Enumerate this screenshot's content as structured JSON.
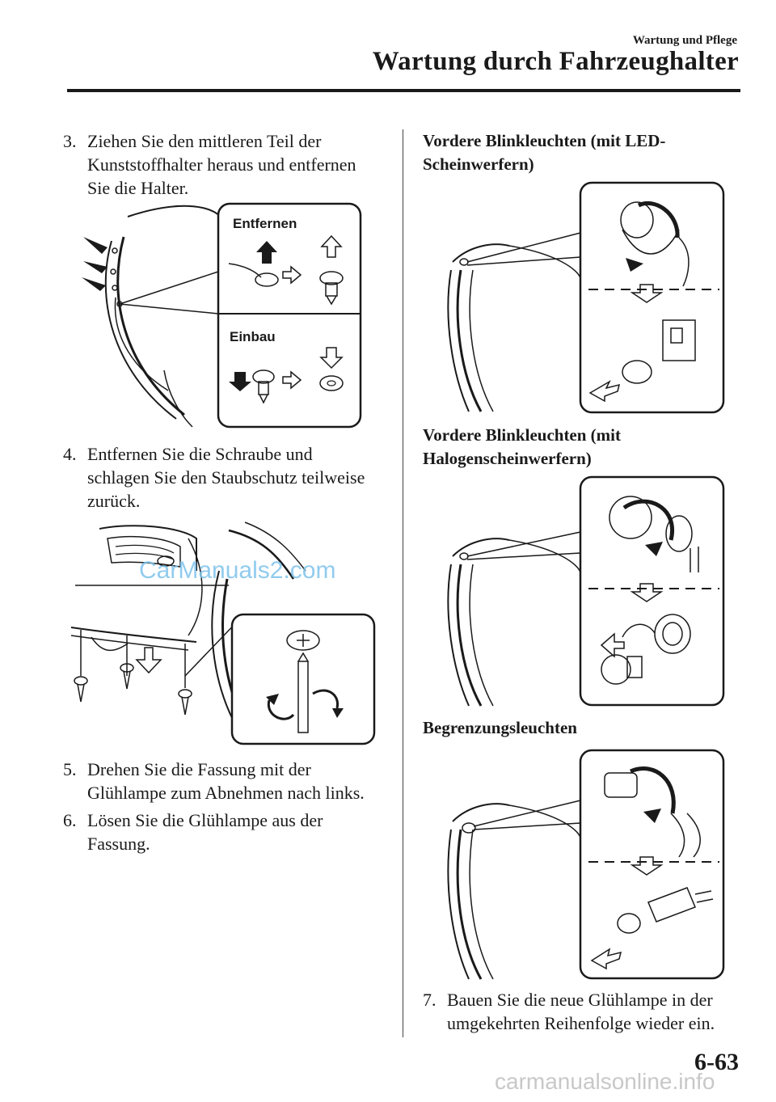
{
  "header": {
    "section": "Wartung und Pflege",
    "title": "Wartung durch Fahrzeughalter"
  },
  "left_column": {
    "step3": {
      "num": "3.",
      "text": "Ziehen Sie den mittleren Teil der Kunststoffhalter heraus und entfernen Sie die Halter."
    },
    "fig1": {
      "label_remove": "Entfernen",
      "label_install": "Einbau"
    },
    "step4": {
      "num": "4.",
      "text": "Entfernen Sie die Schraube und schlagen Sie den Staubschutz teilweise zurück."
    },
    "watermark": "CarManuals2.com",
    "step5": {
      "num": "5.",
      "text": "Drehen Sie die Fassung mit der Glühlampe zum Abnehmen nach links."
    },
    "step6": {
      "num": "6.",
      "text": "Lösen Sie die Glühlampe aus der Fassung."
    }
  },
  "right_column": {
    "caption1": "Vordere Blinkleuchten (mit LED-Scheinwerfern)",
    "caption2": "Vordere Blinkleuchten (mit Halogenscheinwerfern)",
    "caption3": "Begrenzungsleuchten",
    "step7": {
      "num": "7.",
      "text": "Bauen Sie die neue Glühlampe in der umgekehrten Reihenfolge wieder ein."
    }
  },
  "footer": {
    "page_number": "6-63",
    "site": "carmanualsonline.info"
  }
}
